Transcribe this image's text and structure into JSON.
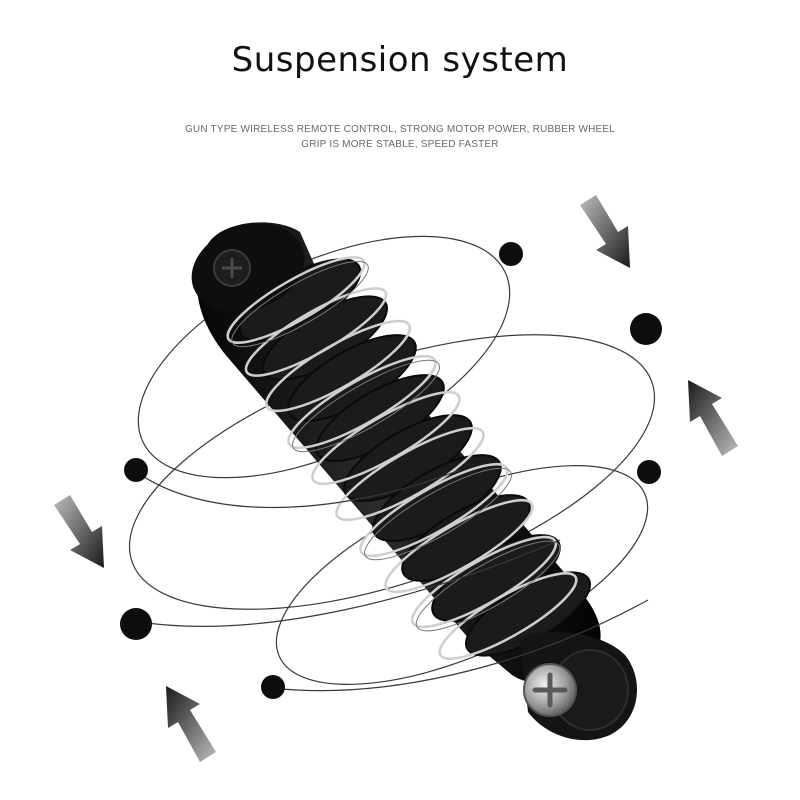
{
  "header": {
    "title": "Suspension system",
    "subtitle_line1": "GUN TYPE WIRELESS REMOTE CONTROL, STRONG MOTOR POWER, RUBBER WHEEL",
    "subtitle_line2": "GRIP IS MORE STABLE, SPEED FASTER"
  },
  "colors": {
    "background": "#ffffff",
    "shock_body": "#121212",
    "spring": "#c8c8c8",
    "orbit_line": "#3a3a3a",
    "dot": "#0d0d0d"
  },
  "icons": [
    "arrow-down-right-icon",
    "arrow-up-left-icon",
    "screw-head-icon"
  ]
}
